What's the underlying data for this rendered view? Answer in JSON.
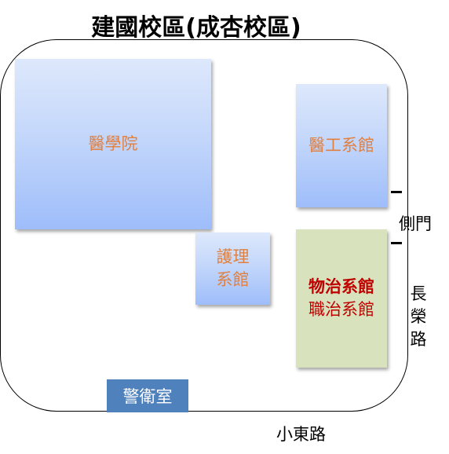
{
  "title": "建國校區(成杏校區)",
  "buildings": {
    "medical_school": {
      "label": "醫學院"
    },
    "bme_building": {
      "label": "醫工系館"
    },
    "nursing_building": {
      "line1": "護理",
      "line2": "系館"
    },
    "pt_ot_building": {
      "line1": "物治系館",
      "line2": "職治系館"
    },
    "guard_room": {
      "label": "警衛室"
    }
  },
  "gates": {
    "side_gate": {
      "label": "側門"
    }
  },
  "roads": {
    "changrong": {
      "chars": [
        "長",
        "榮",
        "路"
      ]
    },
    "xiaodong": {
      "label": "小東路"
    }
  },
  "colors": {
    "building_blue_top": "#dde8fb",
    "building_blue_bottom": "#9ebdfa",
    "building_green": "#d8e3bd",
    "label_orange": "#e08040",
    "label_red": "#c00000",
    "guard_blue": "#4f81bd"
  }
}
